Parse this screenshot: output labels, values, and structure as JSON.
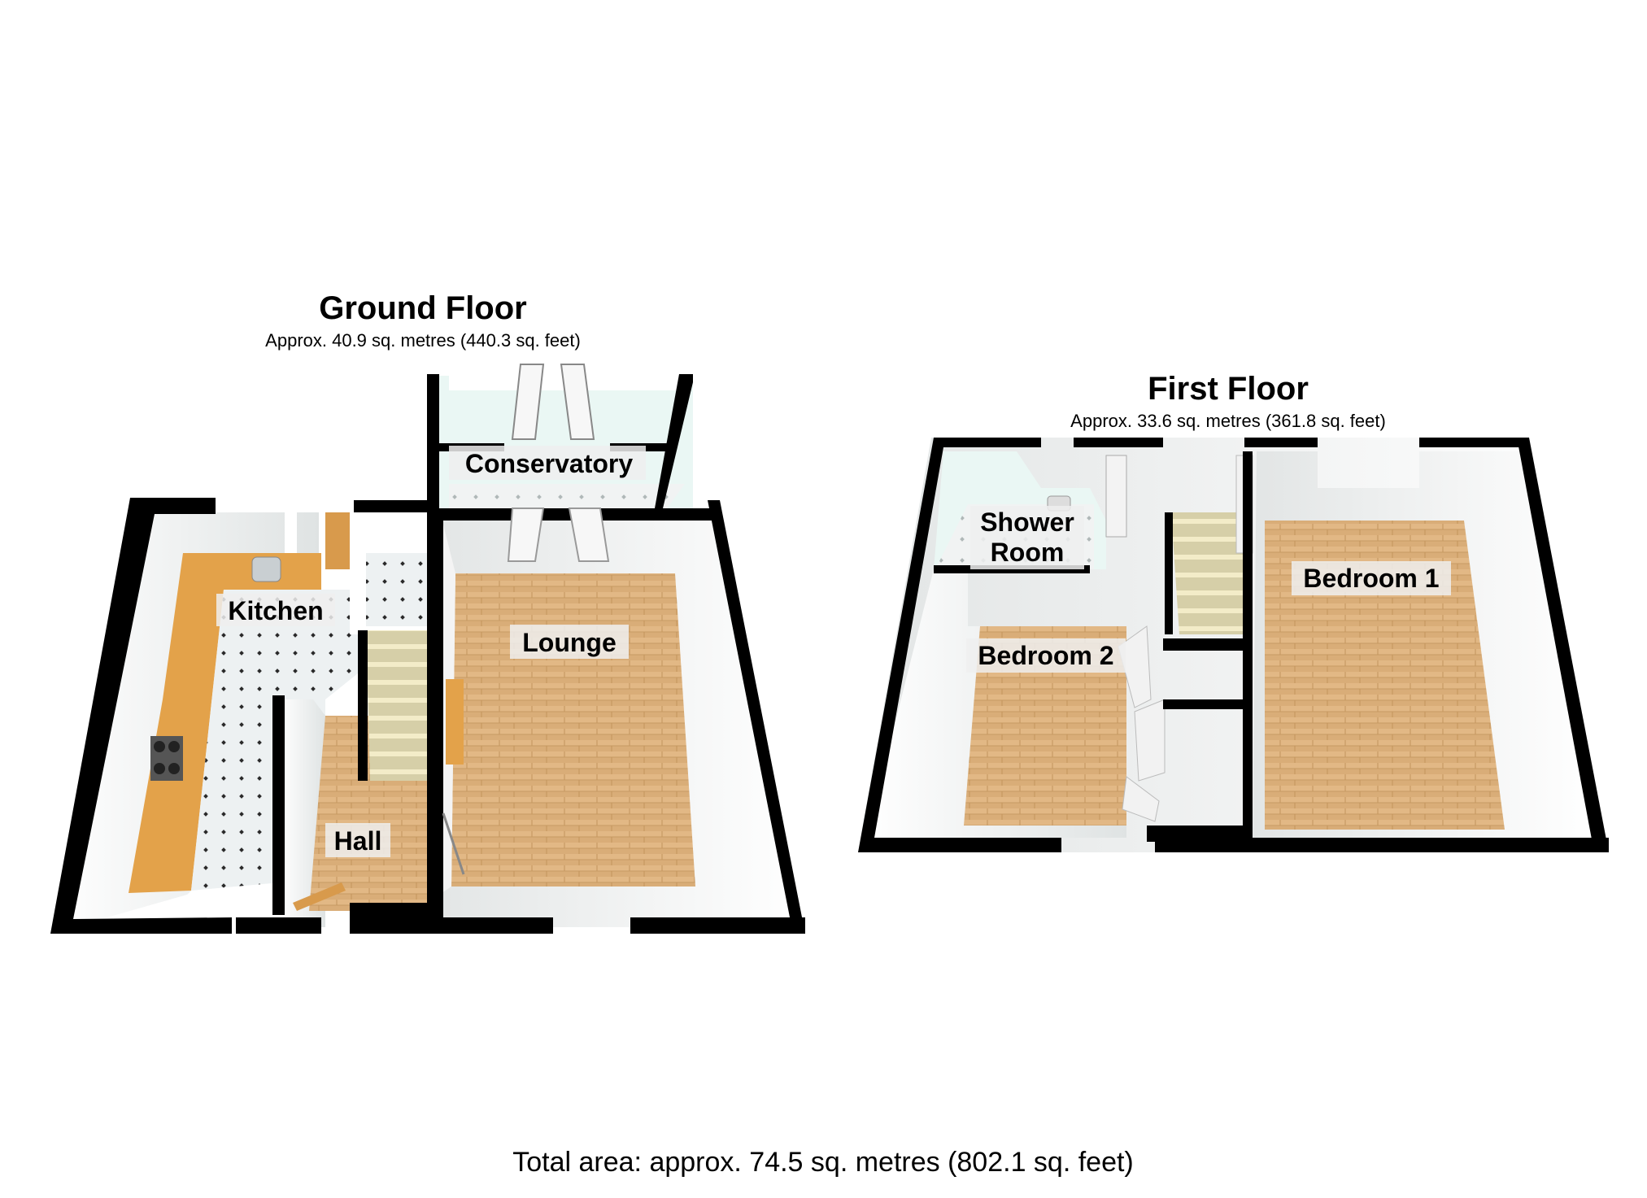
{
  "ground_floor": {
    "title": "Ground Floor",
    "area": "Approx. 40.9 sq. metres (440.3 sq. feet)",
    "rooms": {
      "conservatory": "Conservatory",
      "kitchen": "Kitchen",
      "lounge": "Lounge",
      "hall": "Hall"
    }
  },
  "first_floor": {
    "title": "First Floor",
    "area": "Approx. 33.6 sq. metres (361.8 sq. feet)",
    "rooms": {
      "shower_room_line1": "Shower",
      "shower_room_line2": "Room",
      "bedroom_1": "Bedroom 1",
      "bedroom_2": "Bedroom 2"
    }
  },
  "total_area": "Total area: approx. 74.5 sq. metres (802.1 sq. feet)",
  "colors": {
    "wall": "#000000",
    "wall_inner": "#ffffff",
    "wood_floor": "#d9ad78",
    "tile_floor": "#e9eef0",
    "worktop": "#e3a24a",
    "sky_glass": "#eaf7f4"
  }
}
